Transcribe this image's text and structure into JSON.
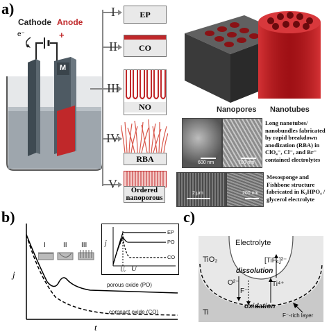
{
  "panel_a": {
    "letter": "a)",
    "cell": {
      "cathode_label": "Cathode",
      "anode_label": "Anode",
      "electron_label": "e⁻",
      "plus_sign": "+",
      "metal_label": "M"
    },
    "stages": [
      {
        "numeral": "I",
        "label": "EP"
      },
      {
        "numeral": "II",
        "label": "CO"
      },
      {
        "numeral": "III",
        "label": "NO"
      },
      {
        "numeral": "IV",
        "label": "RBA"
      },
      {
        "numeral": "V",
        "label": "Ordered nanoporous"
      }
    ],
    "render": {
      "nanopores_label": "Nanopores",
      "nanotubes_label": "Nanotubes"
    },
    "sem_row4": {
      "scale1": "600 nm",
      "scale2": "700 nm",
      "caption": "Long nanotubes/ nanobundles fabricated by rapid breakdown anodization (RBA) in ClO₄⁻, Cl⁻, and Br⁻ contained electrolytes"
    },
    "sem_row5": {
      "scale1": "2 μm",
      "scale2": "200 nm",
      "caption": "Mesosponge and Fishbone structure fabricated in K₂HPO₄ / glycerol electrolyte"
    }
  },
  "panel_b": {
    "letter": "b)",
    "ylabel": "j",
    "xlabel": "t",
    "numerals": [
      "I",
      "II",
      "III"
    ],
    "curve_po": "porous oxide (PO)",
    "curve_co": "compact oxide (CO)",
    "inset": {
      "ylabel": "j",
      "xlabel": "U",
      "x_marker": "Uᵣ",
      "labels": [
        "EP",
        "PO",
        "CO"
      ]
    },
    "chart_data": {
      "type": "line",
      "title": "",
      "xlabel": "t",
      "ylabel": "j",
      "series": [
        {
          "name": "porous oxide (PO)",
          "style": "solid"
        },
        {
          "name": "compact oxide (CO)",
          "style": "dashed"
        }
      ],
      "inset": {
        "xlabel": "U",
        "ylabel": "j",
        "series": [
          {
            "name": "EP"
          },
          {
            "name": "PO"
          },
          {
            "name": "CO"
          }
        ]
      }
    }
  },
  "panel_c": {
    "letter": "c)",
    "electrolyte": "Electrolyte",
    "tio2": "TiO₂",
    "ti": "Ti",
    "tif6": "[TiF₆]²⁻",
    "dissolution": "dissolution",
    "o2": "O²⁻",
    "f": "F⁻",
    "ti4": "Ti⁴⁺",
    "oxidation": "oxidation",
    "f_rich": "F⁻-rich layer"
  },
  "colors": {
    "anode_red": "#c0282a",
    "cathode_gray": "#4e5a63",
    "tube_red": "#b3161b"
  }
}
